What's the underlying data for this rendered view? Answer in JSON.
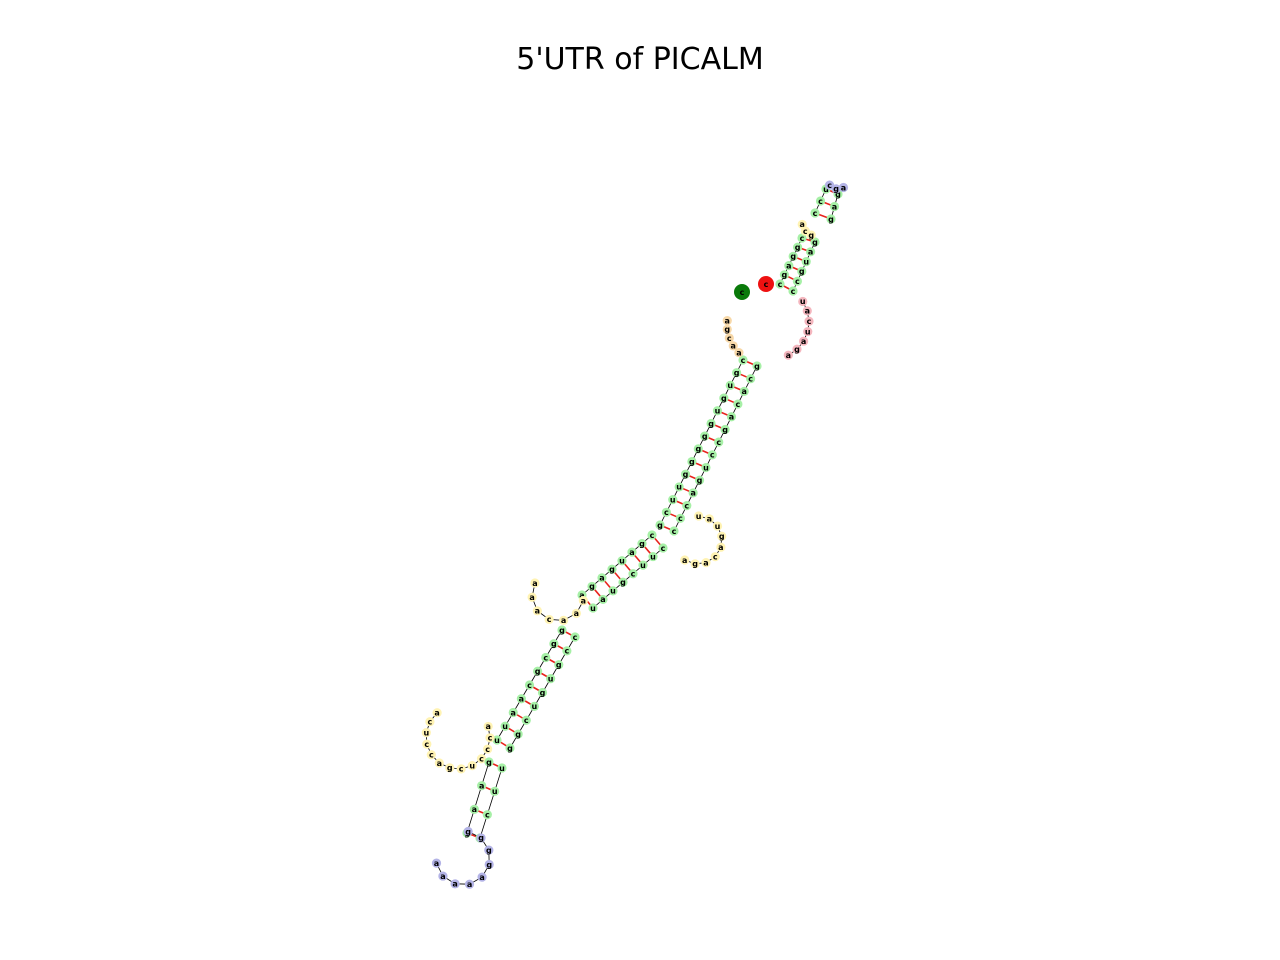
{
  "title": "5'UTR of PICALM",
  "colors": {
    "stem": "#a6f0a6",
    "hairpin": "#b3b3e6",
    "interior": "#fff3b3",
    "five_prime": "#f7d8a8",
    "three_prime": "#f4b6be",
    "bond": "#e8231d",
    "start_marker": "#0a7a0a",
    "end_marker": "#ee1111"
  },
  "markers": {
    "start_label": "c",
    "end_label": "c"
  },
  "structure": {
    "five_prime_unpaired": [
      "a",
      "g",
      "c",
      "a",
      "a"
    ],
    "three_prime_unpaired": [
      "u",
      "a",
      "c",
      "u",
      "a",
      "g",
      "a"
    ],
    "main_stem": {
      "left": [
        "c",
        "g",
        "u",
        "g",
        "u",
        "g",
        "g",
        "g",
        "g",
        "g",
        "u",
        "u",
        "c",
        "g"
      ],
      "right": [
        "g",
        "c",
        "a",
        "c",
        "a",
        "g",
        "c",
        "c",
        "u",
        "g",
        "a",
        "c",
        "c",
        "c"
      ]
    },
    "interior_loop_right": [
      "u",
      "a",
      "u",
      "g",
      "a",
      "c",
      "a",
      "g",
      "a"
    ],
    "mid_stem": {
      "left": [
        "c",
        "g",
        "a",
        "u",
        "g",
        "a",
        "g",
        "a"
      ],
      "right": [
        "c",
        "u",
        "u",
        "c",
        "g",
        "u",
        "a",
        "u"
      ]
    },
    "interior_loop_left": [
      "a",
      "a",
      "a",
      "c",
      "a",
      "a",
      "a"
    ],
    "lower_stem": {
      "left": [
        "g",
        "g",
        "c",
        "g",
        "c",
        "a",
        "a",
        "u",
        "u"
      ],
      "right": [
        "c",
        "c",
        "g",
        "u",
        "g",
        "u",
        "c",
        "g",
        "g"
      ]
    },
    "interior_loop_left_2": [
      "a",
      "c",
      "c",
      "c",
      "u",
      "c",
      "g",
      "a",
      "c",
      "c",
      "u",
      "c",
      "a"
    ],
    "bottom_stem": {
      "left": [
        "g",
        "a",
        "a",
        "g"
      ],
      "right": [
        "u",
        "u",
        "c",
        "c"
      ]
    },
    "bottom_hairpin_loop": [
      "g",
      "g",
      "g",
      "g",
      "a",
      "a",
      "a",
      "a",
      "a"
    ],
    "top_stem": {
      "left": [
        "c",
        "g",
        "a",
        "g",
        "g",
        "c"
      ],
      "right": [
        "c",
        "c",
        "g",
        "u",
        "a",
        "g"
      ]
    },
    "top_interior_loop": [
      "a",
      "c",
      "g"
    ],
    "top_upper_stem": {
      "left": [
        "c",
        "c",
        "u"
      ],
      "right": [
        "g",
        "a",
        "g"
      ]
    },
    "top_hairpin_loop": [
      "c",
      "g",
      "a"
    ]
  }
}
